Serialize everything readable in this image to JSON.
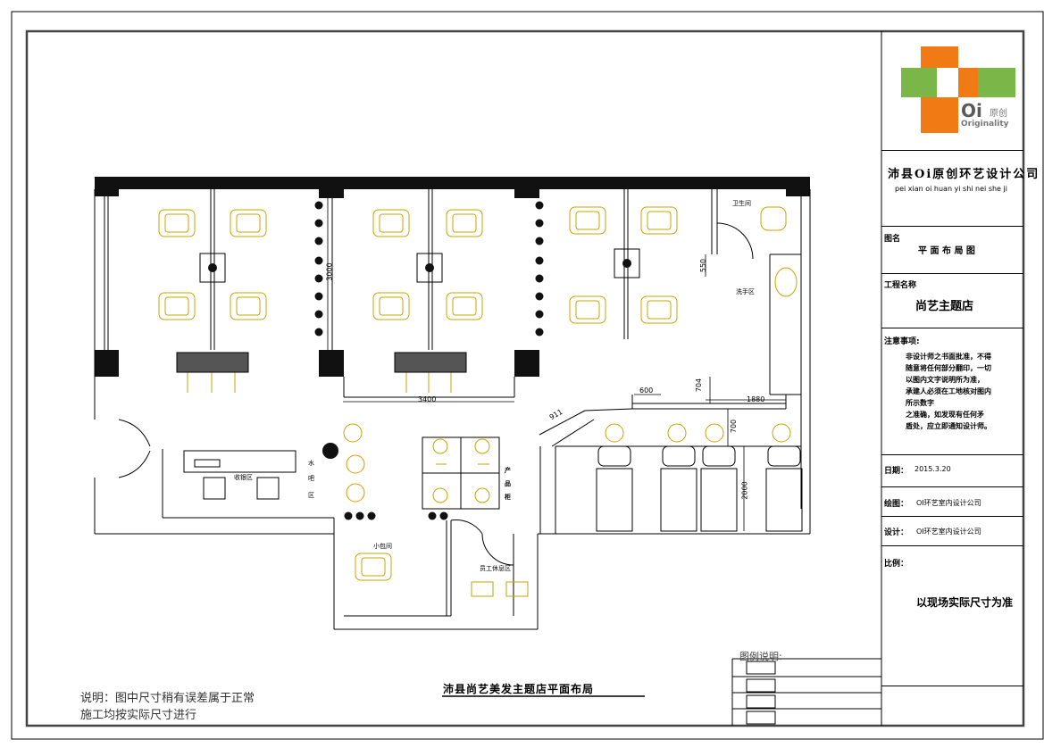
{
  "company": {
    "name_cn": "沛县Oi原创环艺设计公司",
    "name_pinyin": "pei xian oi huan yi shi nei she ji",
    "logo_text_main": "Oi",
    "logo_text_cn": "原创",
    "logo_text_en": "Originality",
    "logo_colors": {
      "green": "#7ab648",
      "orange": "#f07b15"
    }
  },
  "title_block": {
    "drawing_name_label": "图名",
    "drawing_name_value": "平 面 布 局 图",
    "project_label": "工程名称",
    "project_value": "尚艺主题店",
    "notes_label": "注意事项:",
    "notes_lines": [
      "非设计师之书面批准，不得",
      "随意将任何部分翻印，一切",
      "以图内文字说明所为准，",
      "承建人必须在工地核对图内",
      "所示数字",
      "之准确，如发现有任何矛",
      "盾处，应立即通知设计师。"
    ],
    "date_label": "日期：",
    "date_value": "2015.3.20",
    "drawn_label": "绘图：",
    "drawn_value": "OI环艺室内设计公司",
    "design_label": "设计：",
    "design_value": "OI环艺室内设计公司",
    "scale_label": "比例：",
    "scale_value": "以现场实际尺寸为准"
  },
  "plan": {
    "title": "沛县尚艺美发主题店平面布局",
    "legend_label": "图例说明:",
    "footnote_line1": "说明：图中尺寸稍有误差属于正常",
    "footnote_line2": "施工均按实际尺寸进行",
    "rooms": {
      "toilet": "卫生间",
      "washroom": "洗手区",
      "reception": "收银区",
      "water_bar_1": "水",
      "water_bar_2": "吧",
      "water_bar_3": "区",
      "product_1": "产",
      "product_2": "品",
      "product_3": "柜",
      "private_room": "小包间",
      "staff_rest": "员工休息区"
    },
    "dimensions": {
      "d3000": "3000",
      "d3400": "3400",
      "d550": "550",
      "d600": "600",
      "d704": "704",
      "d1880": "1880",
      "d700": "700",
      "d2000": "2000",
      "d911": "911"
    }
  }
}
